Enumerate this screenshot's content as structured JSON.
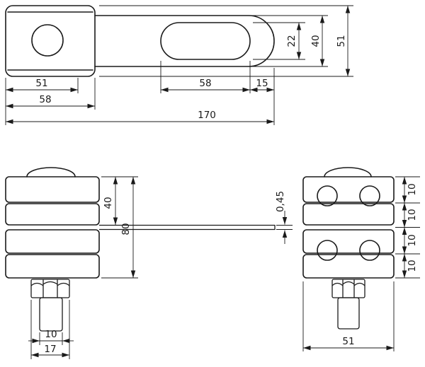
{
  "drawing": {
    "background_color": "#ffffff",
    "line_color": "#1a1a1a",
    "top_view": {
      "slot_height": "22",
      "arm_width": "40",
      "plate_width": "51",
      "hole_plate_length": "51",
      "slot_length": "58",
      "end_margin": "15",
      "clamp_length": "58",
      "overall_length": "170"
    },
    "front_view": {
      "upper_stack_height": "40",
      "stack_height": "80",
      "blade_thickness": "0,45",
      "stud_diameter": "10",
      "nut_width": "17"
    },
    "side_view": {
      "plate_thickness_1": "10",
      "plate_thickness_2": "10",
      "plate_thickness_3": "10",
      "plate_thickness_4": "10",
      "body_width": "51"
    }
  }
}
